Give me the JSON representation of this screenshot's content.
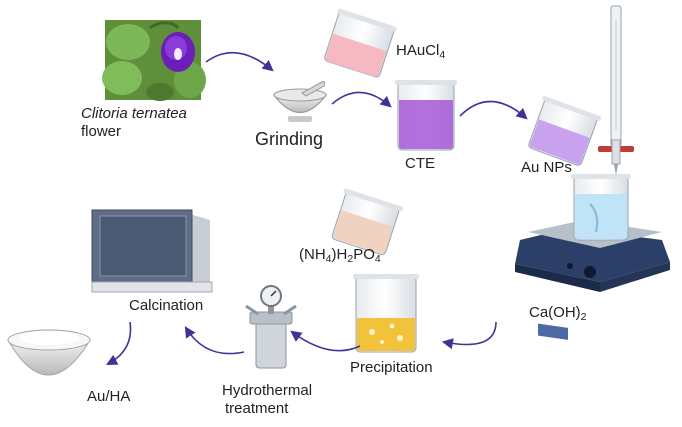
{
  "labels": {
    "flower_species": "Clitoria ternatea",
    "flower_word": "flower",
    "grinding": "Grinding",
    "gold_salt": "HAuCl4",
    "extract": "CTE",
    "nanoparticles": "Au NPs",
    "hydroxide": "Ca(OH)2",
    "phosphate": "(NH4)H2PO4",
    "precipitation": "Precipitation",
    "hydrothermal_line1": "Hydrothermal",
    "hydrothermal_line2": "treatment",
    "calcination": "Calcination",
    "product": "Au/HA"
  },
  "colors": {
    "arrow": "#3f3496",
    "leaf": "#6fae4c",
    "petal": "#7a25c9",
    "gold_solution": "#f6b9c2",
    "extract": "#a860d8",
    "nanoparticle_solution": "#c9a2ef",
    "calcium_solution": "#bfe3f7",
    "phosphate_powder": "#efd3c0",
    "precipitate": "#f2c23b",
    "stirrer": "#2c3f68",
    "furnace": "#5d6e86"
  }
}
